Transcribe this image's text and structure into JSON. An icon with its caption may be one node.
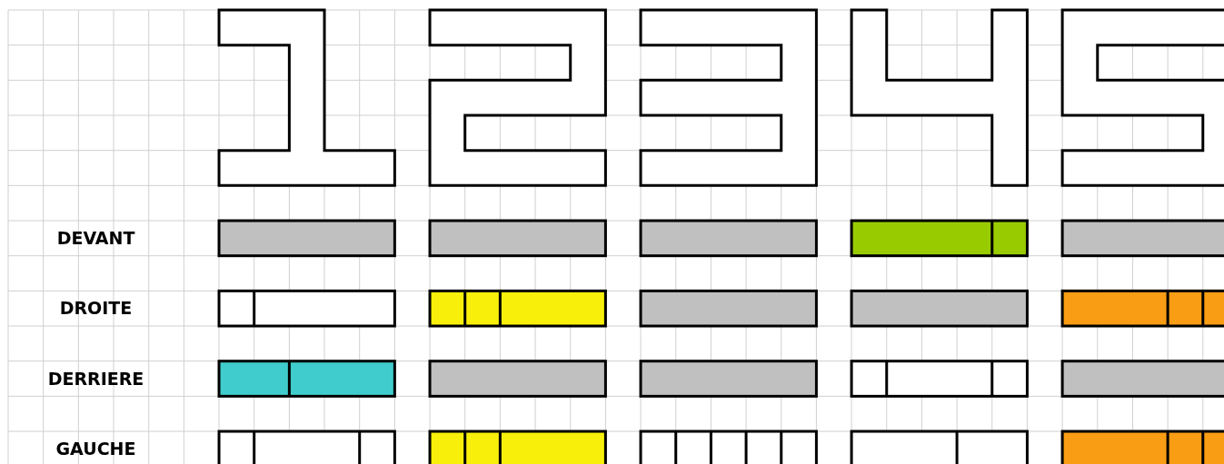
{
  "diagram": {
    "labels": [
      "DEVANT",
      "DROITE",
      "DERRIERE",
      "GAUCHE"
    ]
  }
}
